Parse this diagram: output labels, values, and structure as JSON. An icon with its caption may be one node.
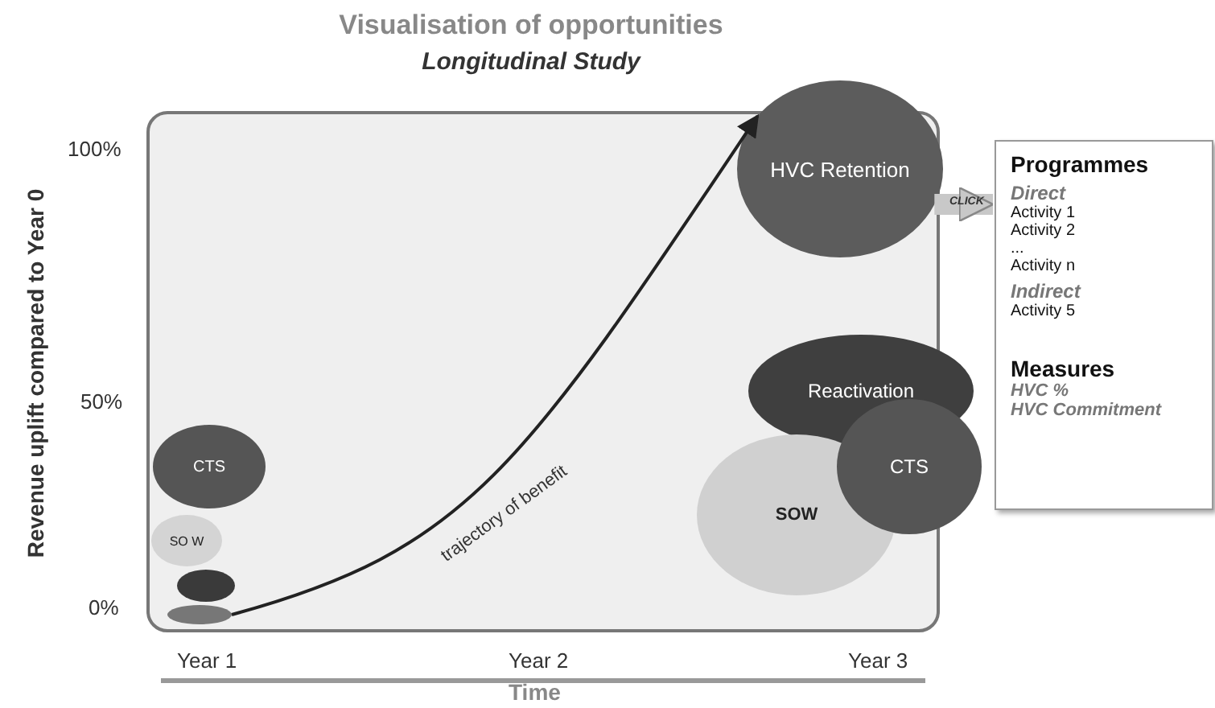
{
  "diagram": {
    "title": "Visualisation of opportunities",
    "nodes": [
      {
        "text": [
          "HVC Retention"
        ]
      },
      {
        "text": [
          "Reactivation"
        ]
      },
      {
        "text": [
          "SOW"
        ]
      },
      {
        "text": [
          "CTS"
        ]
      },
      {
        "text": [
          "CTS"
        ]
      },
      {
        "text": [
          "SO W"
        ]
      },
      {
        "text": [],
        "shape": "circle"
      },
      {
        "text": [],
        "shape": "circle"
      },
      {
        "text": [
          "Programmes",
          "Direct",
          "Activity 1",
          "Activity 2",
          "...",
          "Activity n",
          "Indirect",
          "Activity 5",
          "Measures",
          "HVC %",
          "HVC Commitment"
        ]
      }
    ],
    "edges": [
      {
        "from": 7,
        "to": 0,
        "arrow": "to",
        "label": "trajectory of benefit"
      },
      {
        "from": 0,
        "to": 8,
        "arrow": "to",
        "label": "CLICK",
        "style": "thick",
        "color": "#c8c8c8"
      }
    ],
    "labels": [
      "Longitudinal Study",
      "Revenue uplift compared to Year 0",
      "100%",
      "50%",
      "0%",
      "Year 1",
      "Year 2",
      "Year 3",
      "Time"
    ]
  }
}
